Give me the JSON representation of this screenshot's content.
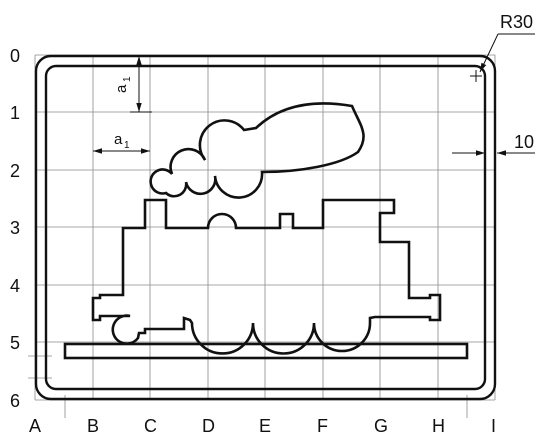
{
  "row_labels": [
    "0",
    "1",
    "2",
    "3",
    "4",
    "5",
    "6"
  ],
  "column_labels": [
    "A",
    "B",
    "C",
    "D",
    "E",
    "F",
    "G",
    "H",
    "I"
  ],
  "dimensions": {
    "radius": "R30",
    "border_gap": "10",
    "vertical_offset": "a",
    "vertical_offset_sub": "1",
    "horizontal_offset": "a",
    "horizontal_offset_sub": "1"
  },
  "colors": {
    "line": "#111111",
    "grid": "#8a8a8a",
    "background": "#ffffff"
  }
}
